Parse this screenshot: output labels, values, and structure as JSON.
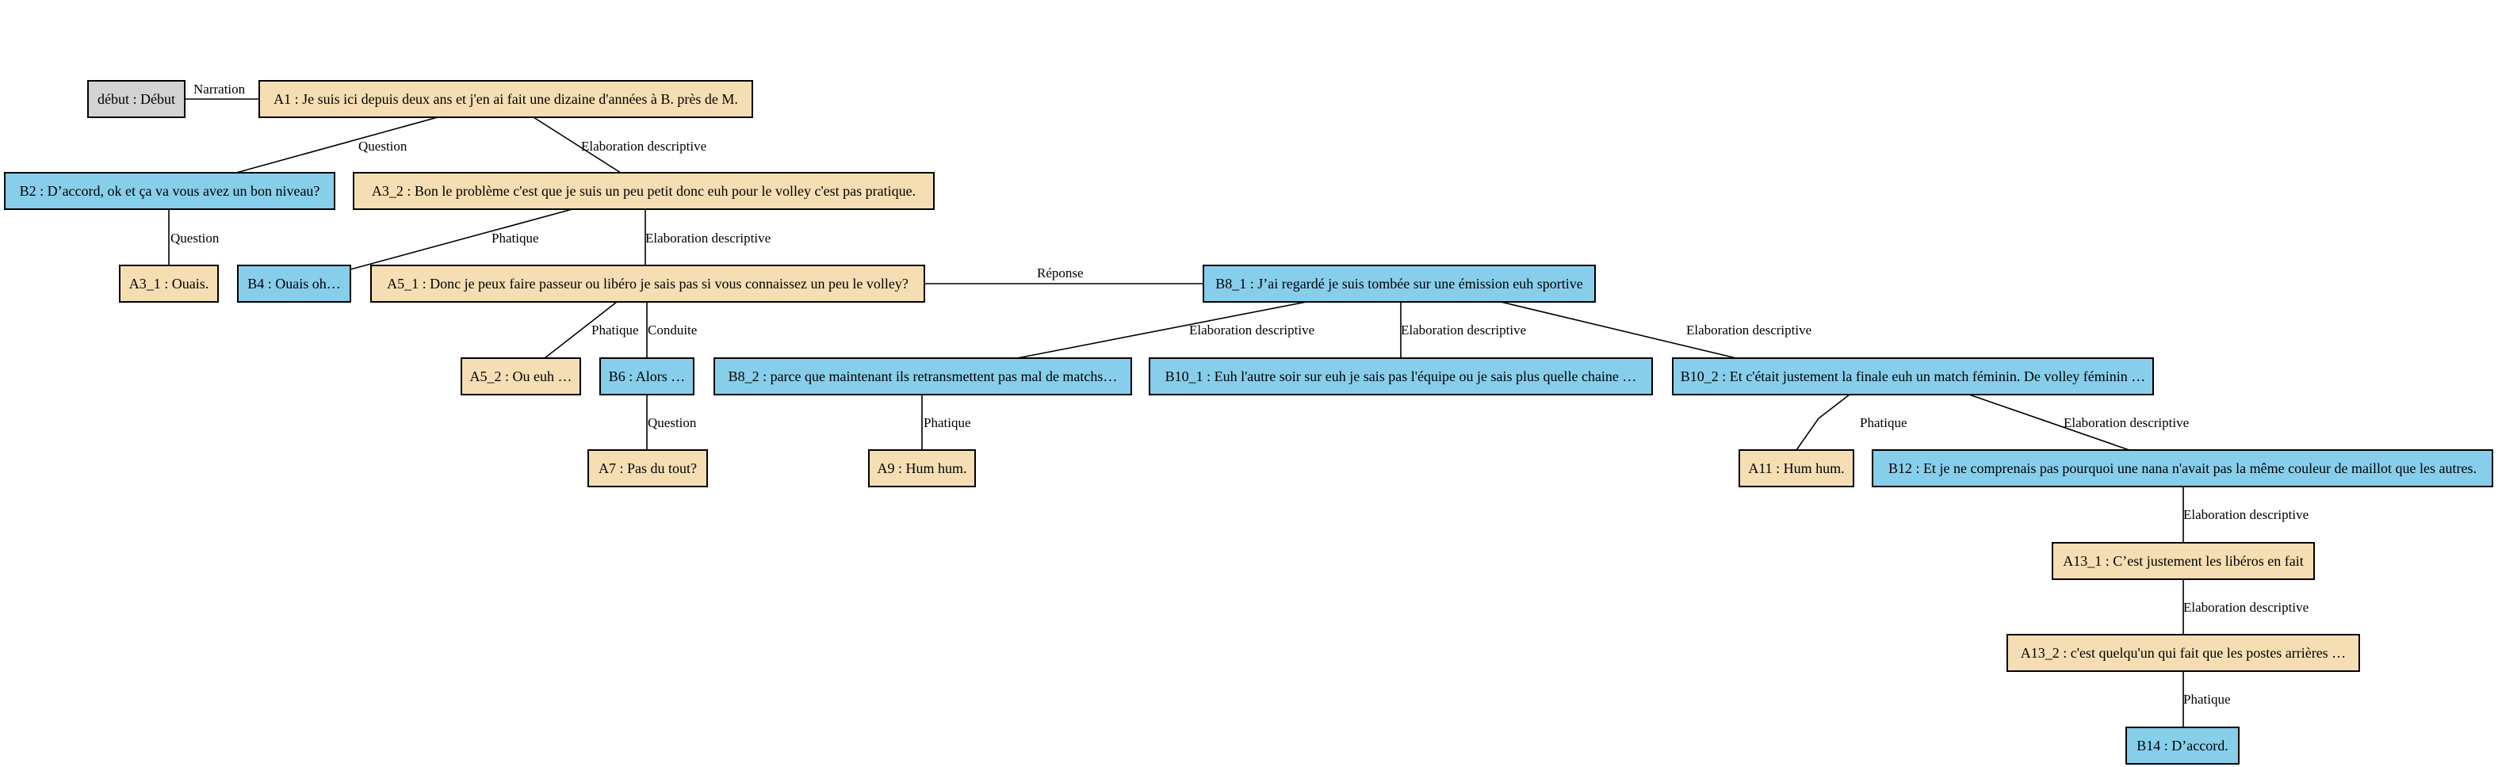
{
  "colors": {
    "speaker_a": "#f5deb3",
    "speaker_b": "#87ceeb",
    "start": "#d3d3d3",
    "stroke": "#000000"
  },
  "nodes": [
    {
      "id": "debut",
      "label": "début : Début",
      "speaker": "start"
    },
    {
      "id": "A1",
      "label": "A1 : Je suis ici depuis deux ans et j'en ai fait une dizaine d'années à B. près de M.",
      "speaker": "speaker_a"
    },
    {
      "id": "B2",
      "label": "B2 : D’accord, ok et ça va vous avez un bon niveau?",
      "speaker": "speaker_b"
    },
    {
      "id": "A3_2",
      "label": "A3_2 : Bon le problème c'est que je suis un peu petit donc euh pour le volley c'est pas pratique.",
      "speaker": "speaker_a"
    },
    {
      "id": "A3_1",
      "label": "A3_1 : Ouais.",
      "speaker": "speaker_a"
    },
    {
      "id": "B4",
      "label": "B4 : Ouais oh…",
      "speaker": "speaker_b"
    },
    {
      "id": "A5_1",
      "label": "A5_1 : Donc je peux faire passeur ou libéro je sais pas si vous connaissez un peu le volley?",
      "speaker": "speaker_a"
    },
    {
      "id": "B8_1",
      "label": "B8_1 : J’ai regardé je suis tombée sur une émission euh sportive",
      "speaker": "speaker_b"
    },
    {
      "id": "A5_2",
      "label": "A5_2 : Ou euh …",
      "speaker": "speaker_a"
    },
    {
      "id": "B6",
      "label": "B6 : Alors …",
      "speaker": "speaker_b"
    },
    {
      "id": "B8_2",
      "label": "B8_2 : parce que maintenant ils retransmettent pas mal de matchs…",
      "speaker": "speaker_b"
    },
    {
      "id": "B10_1",
      "label": "B10_1 : Euh l'autre soir sur euh je sais pas l'équipe ou je sais plus quelle chaine …",
      "speaker": "speaker_b"
    },
    {
      "id": "B10_2",
      "label": "B10_2 : Et c'était justement la finale euh un match féminin. De volley féminin …",
      "speaker": "speaker_b"
    },
    {
      "id": "A7",
      "label": "A7 : Pas du tout?",
      "speaker": "speaker_a"
    },
    {
      "id": "A9",
      "label": "A9 : Hum hum.",
      "speaker": "speaker_a"
    },
    {
      "id": "A11",
      "label": "A11 : Hum hum.",
      "speaker": "speaker_a"
    },
    {
      "id": "B12",
      "label": "B12 : Et je ne comprenais pas pourquoi une nana n'avait pas la même couleur de maillot que les autres.",
      "speaker": "speaker_b"
    },
    {
      "id": "A13_1",
      "label": "A13_1 : C’est justement les libéros en fait",
      "speaker": "speaker_a"
    },
    {
      "id": "A13_2",
      "label": "A13_2 : c'est quelqu'un qui fait que les postes arrières …",
      "speaker": "speaker_a"
    },
    {
      "id": "B14",
      "label": "B14 : D’accord.",
      "speaker": "speaker_b"
    }
  ],
  "edges": [
    {
      "from": "debut",
      "to": "A1",
      "label": "Narration"
    },
    {
      "from": "A1",
      "to": "B2",
      "label": "Question"
    },
    {
      "from": "A1",
      "to": "A3_2",
      "label": "Elaboration descriptive"
    },
    {
      "from": "B2",
      "to": "A3_1",
      "label": "Question"
    },
    {
      "from": "A3_2",
      "to": "B4",
      "label": "Phatique"
    },
    {
      "from": "A3_2",
      "to": "A5_1",
      "label": "Elaboration descriptive"
    },
    {
      "from": "A5_1",
      "to": "B8_1",
      "label": "Réponse"
    },
    {
      "from": "A5_1",
      "to": "A5_2",
      "label": "Phatique"
    },
    {
      "from": "A5_1",
      "to": "B6",
      "label": "Conduite"
    },
    {
      "from": "B6",
      "to": "A7",
      "label": "Question"
    },
    {
      "from": "B8_1",
      "to": "B8_2",
      "label": "Elaboration descriptive"
    },
    {
      "from": "B8_1",
      "to": "B10_1",
      "label": "Elaboration descriptive"
    },
    {
      "from": "B8_1",
      "to": "B10_2",
      "label": "Elaboration descriptive"
    },
    {
      "from": "B8_2",
      "to": "A9",
      "label": "Phatique"
    },
    {
      "from": "B10_2",
      "to": "A11",
      "label": "Phatique"
    },
    {
      "from": "B10_2",
      "to": "B12",
      "label": "Elaboration descriptive"
    },
    {
      "from": "B12",
      "to": "A13_1",
      "label": "Elaboration descriptive"
    },
    {
      "from": "A13_1",
      "to": "A13_2",
      "label": "Elaboration descriptive"
    },
    {
      "from": "A13_2",
      "to": "B14",
      "label": "Phatique"
    }
  ]
}
